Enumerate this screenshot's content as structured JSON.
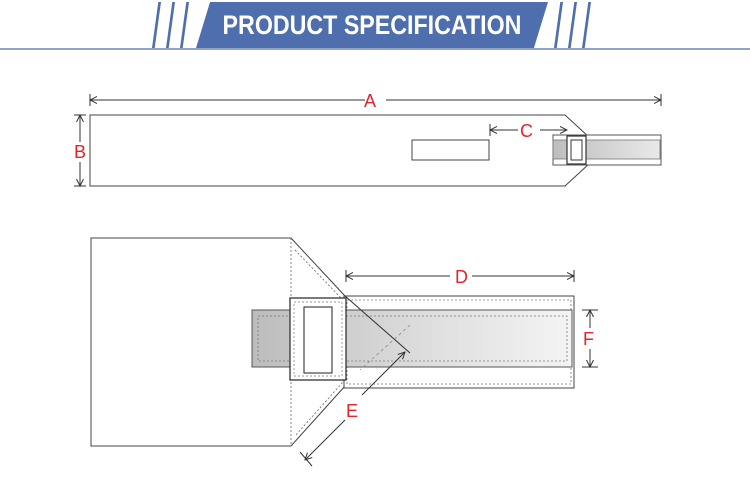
{
  "header": {
    "title": "PRODUCT SPECIFICATION",
    "banner_color": "#4e6eae",
    "line_color": "#8fa3c8"
  },
  "dimensions": {
    "label_color": "#e5232b",
    "labels": {
      "A": "A",
      "B": "B",
      "C": "C",
      "D": "D",
      "E": "E",
      "F": "F"
    }
  }
}
